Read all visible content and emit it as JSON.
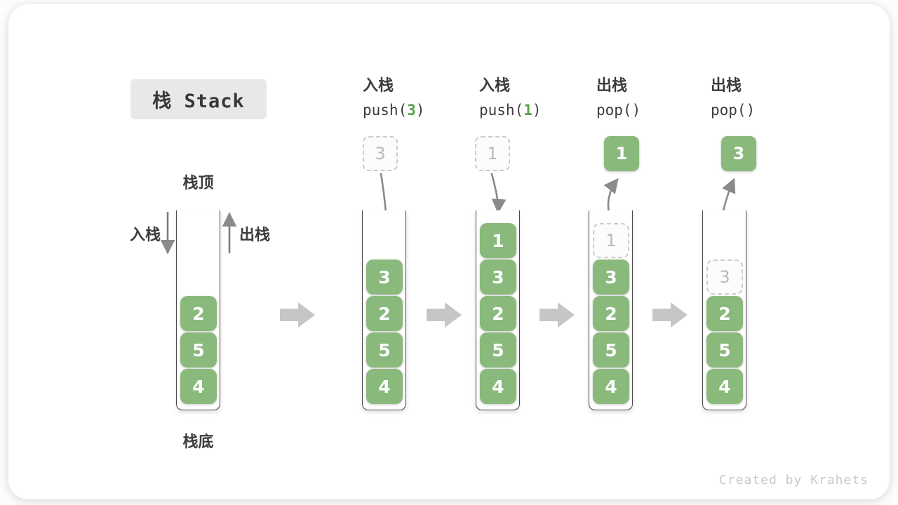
{
  "title": "栈 Stack",
  "side_labels": {
    "stack_top": "栈顶",
    "stack_bottom": "栈底",
    "push_label": "入栈",
    "pop_label": "出栈"
  },
  "watermark": "Created by Krahets",
  "colors": {
    "cell_green": "#8ab97c",
    "code_green": "#55a348",
    "text_dark": "#3c3c3c",
    "title_bg": "#e8e8e8",
    "arrow_gray": "#8a8a8a",
    "thick_arrow_gray": "#c6c6c6",
    "dashed_border": "#cccccc",
    "dashed_text": "#b9b9b9",
    "container_border": "#4a4a4a",
    "watermark_gray": "#c9c9c9"
  },
  "columns": [
    {
      "name": "initial",
      "cells": [
        "2",
        "5",
        "4"
      ]
    },
    {
      "name": "push-3",
      "header": {
        "cn": "入栈",
        "code_pre": "push(",
        "code_arg": "3",
        "code_post": ")"
      },
      "floating": {
        "value": "3",
        "variant": "dashed"
      },
      "cells": [
        "3",
        "2",
        "5",
        "4"
      ]
    },
    {
      "name": "push-1",
      "header": {
        "cn": "入栈",
        "code_pre": "push(",
        "code_arg": "1",
        "code_post": ")"
      },
      "floating": {
        "value": "1",
        "variant": "dashed"
      },
      "cells": [
        "1",
        "3",
        "2",
        "5",
        "4"
      ]
    },
    {
      "name": "pop-1",
      "header": {
        "cn": "出栈",
        "code_pre": "pop(",
        "code_arg": "",
        "code_post": ")"
      },
      "floating": {
        "value": "1",
        "variant": "solid"
      },
      "ghost": {
        "value": "1"
      },
      "cells": [
        "3",
        "2",
        "5",
        "4"
      ]
    },
    {
      "name": "pop-3",
      "header": {
        "cn": "出栈",
        "code_pre": "pop(",
        "code_arg": "",
        "code_post": ")"
      },
      "floating": {
        "value": "3",
        "variant": "solid"
      },
      "ghost": {
        "value": "3"
      },
      "cells": [
        "2",
        "5",
        "4"
      ]
    }
  ]
}
